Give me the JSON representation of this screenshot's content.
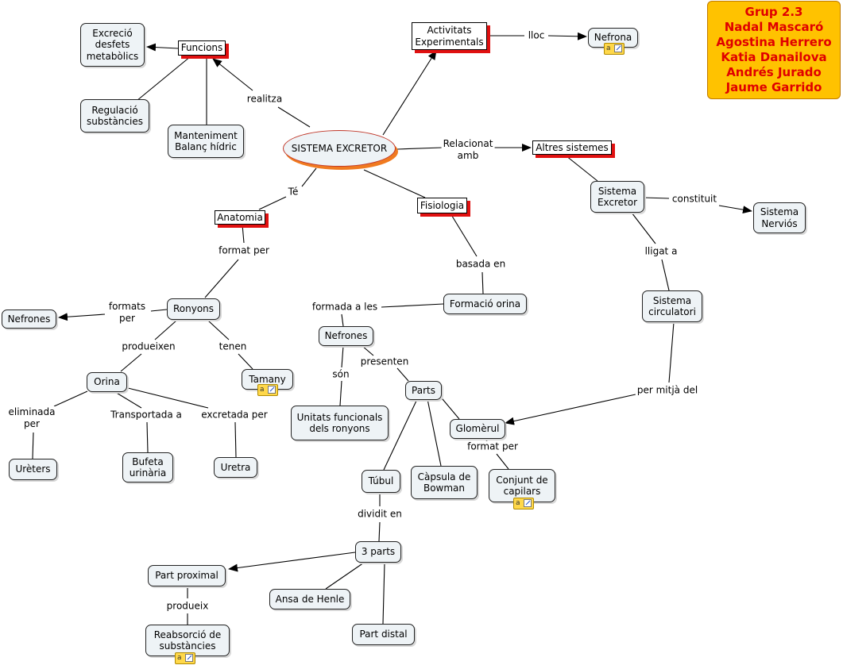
{
  "title": "SISTEMA EXCRETOR",
  "team": {
    "heading": "Grup 2.3",
    "members": [
      "Nadal Mascaró",
      "Agostina Herrero",
      "Katia Danailova",
      "Andrés Jurado",
      "Jaume Garrido"
    ]
  },
  "colors": {
    "team_background": "#ffc200",
    "team_text": "#e00000",
    "node_fill": "#eef3f6",
    "heading_shadow": "#e01010",
    "central_shadow": "#f07a20"
  },
  "icons": {
    "note": "note-icon",
    "note_letter": "a"
  },
  "nodes": {
    "excrecio": "Excreció\ndesfets\nmetabòlics",
    "funcions": "Funcions",
    "regulacio": "Regulació\nsubstàncies",
    "manteniment": "Manteniment\nBalanç hídric",
    "activitats": "Activitats\nExperimentals",
    "nefrona": "Nefrona",
    "sistema_excretor": "SISTEMA EXCRETOR",
    "altres_sistemes": "Altres sistemes",
    "anatomia": "Anatomia",
    "fisiologia": "Fisiologia",
    "sistema_excretor_2": "Sistema\nExcretor",
    "sistema_nervios": "Sistema\nNerviós",
    "sistema_circulatori": "Sistema\ncirculatori",
    "nefrones_left": "Nefrones",
    "ronyons": "Ronyons",
    "formacio_orina": "Formació orina",
    "nefrones": "Nefrones",
    "orina": "Orina",
    "tamany": "Tamany",
    "parts": "Parts",
    "unitats": "Unitats funcionals\ndels ronyons",
    "glomerul": "Glomèrul",
    "ureters": "Urèters",
    "bufeta": "Bufeta\nurinària",
    "uretra": "Uretra",
    "tubul": "Túbul",
    "capsula": "Càpsula de\nBowman",
    "conjunt": "Conjunt de\ncapilars",
    "tres_parts": "3 parts",
    "part_proximal": "Part proximal",
    "ansa": "Ansa de Henle",
    "part_distal": "Part distal",
    "reabsorcio": "Reabsorció de\nsubstàncies"
  },
  "links": {
    "realitza": "realitza",
    "lloc": "lloc",
    "relacionat": "Relacionat\namb",
    "te": "Té",
    "format_per": "format per",
    "basada_en": "basada en",
    "constituit": "constituit",
    "lligat_a": "lligat a",
    "formats_per": "formats\nper",
    "formada_a_les": "formada a les",
    "produeixen": "produeixen",
    "tenen": "tenen",
    "son": "són",
    "presenten": "presenten",
    "eliminada_per": "eliminada\nper",
    "transportada_a": "Transportada a",
    "excretada_per": "excretada per",
    "per_mitja_del": "per mitjà del",
    "format_per_2": "format per",
    "dividit_en": "dividit en",
    "produeix": "produeix"
  }
}
